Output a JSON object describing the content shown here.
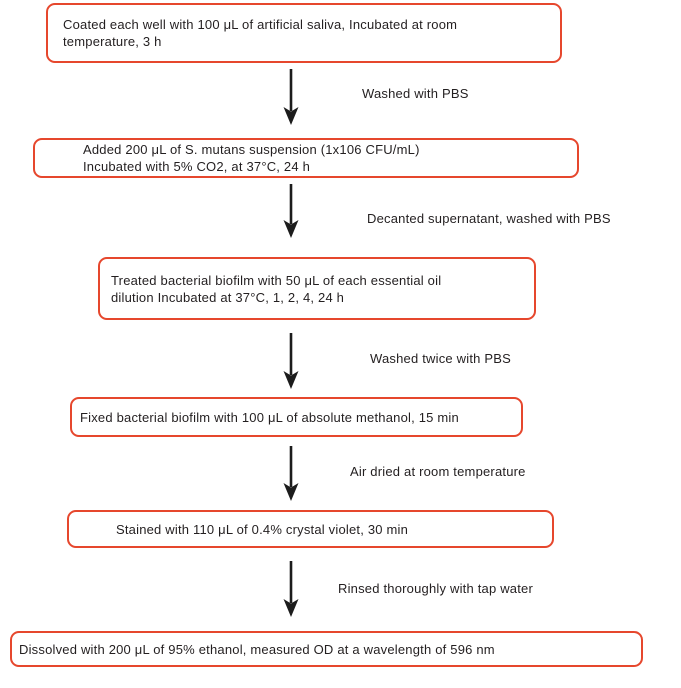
{
  "flow": {
    "steps": [
      {
        "box_lines": [
          "Coated each well with 100 μL of artificial saliva, Incubated at room",
          "temperature, 3 h"
        ],
        "arrow_label": "Washed with PBS"
      },
      {
        "box_lines": [
          "Added 200 μL of S. mutans suspension (1x106 CFU/mL)",
          "Incubated with 5% CO2, at 37°C, 24 h"
        ],
        "arrow_label": "Decanted supernatant, washed with PBS"
      },
      {
        "box_lines": [
          "Treated bacterial biofilm with 50 μL of each essential oil",
          "dilution Incubated at 37°C, 1, 2, 4, 24 h"
        ],
        "arrow_label": "Washed twice with PBS"
      },
      {
        "box_lines": [
          "Fixed bacterial biofilm with 100 μL of absolute methanol, 15 min"
        ],
        "arrow_label": "Air dried at room temperature"
      },
      {
        "box_lines": [
          "Stained with 110 μL of 0.4% crystal violet, 30 min"
        ],
        "arrow_label": "Rinsed thoroughly with tap water"
      },
      {
        "box_lines": [
          "Dissolved with 200 μL of 95% ethanol, measured OD at a wavelength of 596 nm"
        ]
      }
    ]
  },
  "colors": {
    "box_border": "#e6472d",
    "text": "#231f20",
    "arrow": "#1c1c1c",
    "background": "#ffffff"
  }
}
